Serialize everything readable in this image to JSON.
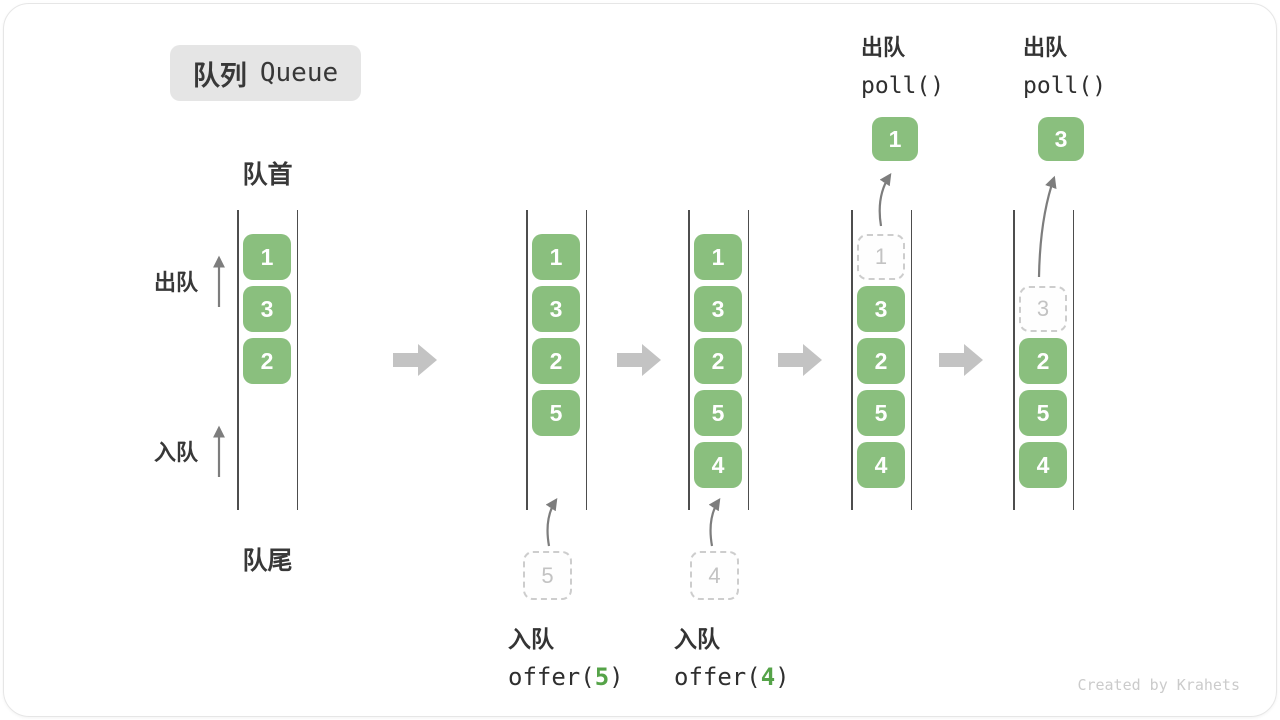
{
  "title": {
    "zh": "队列",
    "en": "Queue"
  },
  "side_labels": {
    "front": "队首",
    "rear": "队尾",
    "dequeue": "出队",
    "enqueue": "入队"
  },
  "columns": [
    {
      "items": [
        "1",
        "3",
        "2"
      ]
    },
    {
      "items": [
        "1",
        "3",
        "2",
        "5"
      ],
      "staging": "5",
      "op_zh": "入队",
      "code_pre": "offer(",
      "code_arg": "5",
      "code_post": ")"
    },
    {
      "items": [
        "1",
        "3",
        "2",
        "5",
        "4"
      ],
      "staging": "4",
      "op_zh": "入队",
      "code_pre": "offer(",
      "code_arg": "4",
      "code_post": ")"
    },
    {
      "ghost": "1",
      "items": [
        "3",
        "2",
        "5",
        "4"
      ],
      "op_zh": "出队",
      "op_code": "poll()",
      "popped": "1"
    },
    {
      "ghost": "3",
      "items": [
        "2",
        "5",
        "4"
      ],
      "op_zh": "出队",
      "op_code": "poll()",
      "popped": "3"
    }
  ],
  "colors": {
    "item_green": "#8abf7e",
    "code_arg_green": "#55a348",
    "step_arrow_grey": "#c3c3c3",
    "thin_arrow_grey": "#7d7d7d",
    "dashed_grey": "#cdcdcd",
    "title_bg": "#e5e5e5",
    "text_dark": "#383838",
    "channel_line": "#4d4d4d",
    "watermark_grey": "#cbcbcb"
  },
  "watermark": "Created by Krahets"
}
